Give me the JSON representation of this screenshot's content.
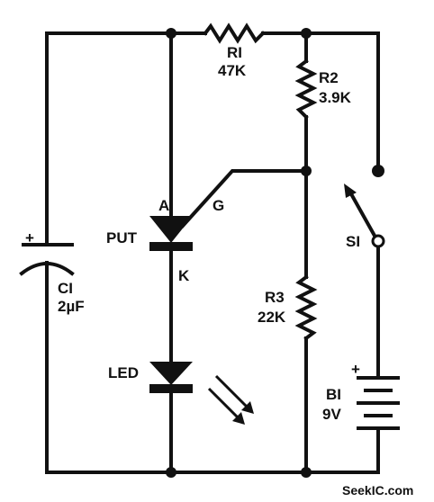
{
  "labels": {
    "r1_ref": "RI",
    "r1_val": "47K",
    "r2_ref": "R2",
    "r2_val": "3.9K",
    "r3_ref": "R3",
    "r3_val": "22K",
    "c1_ref": "CI",
    "c1_val": "2µF",
    "c1_plus": "+",
    "put": "PUT",
    "anode": "A",
    "gate": "G",
    "cathode": "K",
    "led": "LED",
    "switch": "SI",
    "battery_ref": "BI",
    "battery_val": "9V",
    "battery_plus": "+"
  },
  "watermark": "SeekIC.com"
}
